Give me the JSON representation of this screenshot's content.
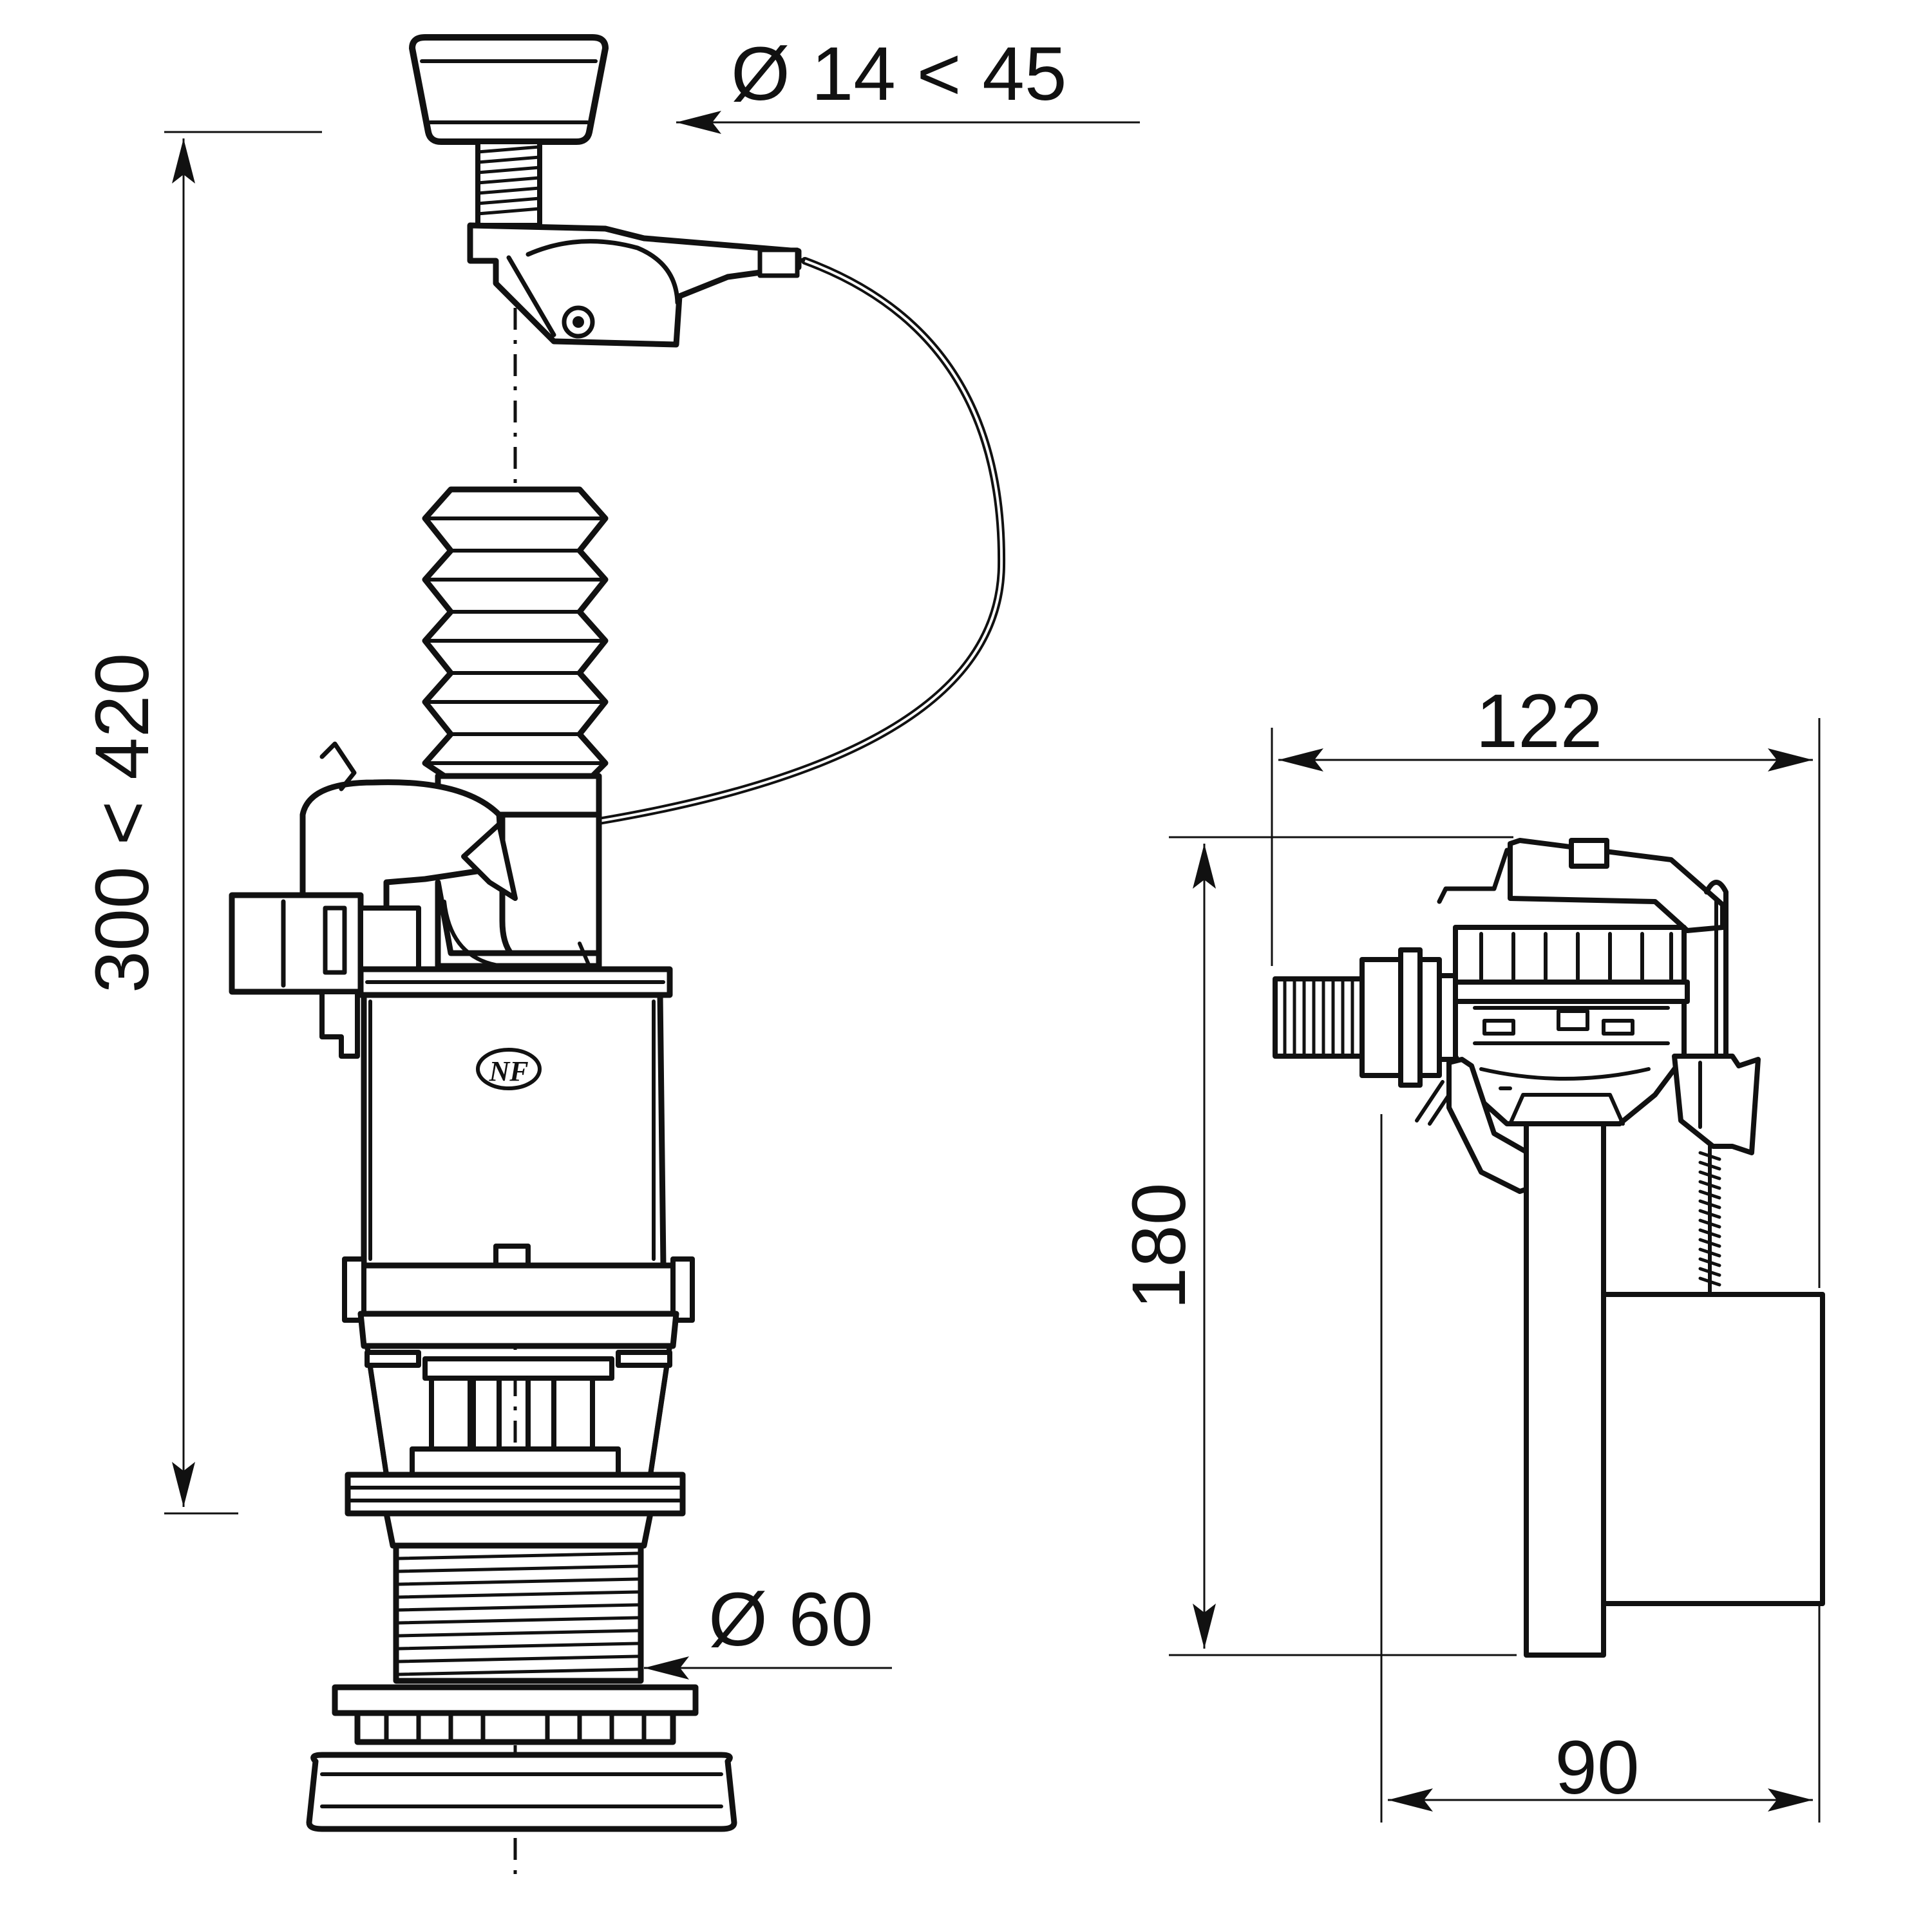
{
  "flush_valve": {
    "button_diameter_label": "Ø 14 < 45",
    "height_label": "300 < 420",
    "outlet_diameter_label": "Ø 60",
    "mark_label": "NF"
  },
  "fill_valve": {
    "width_top_label": "122",
    "height_label": "180",
    "width_bottom_label": "90"
  },
  "colors": {
    "line": "#111111",
    "background": "#ffffff"
  }
}
